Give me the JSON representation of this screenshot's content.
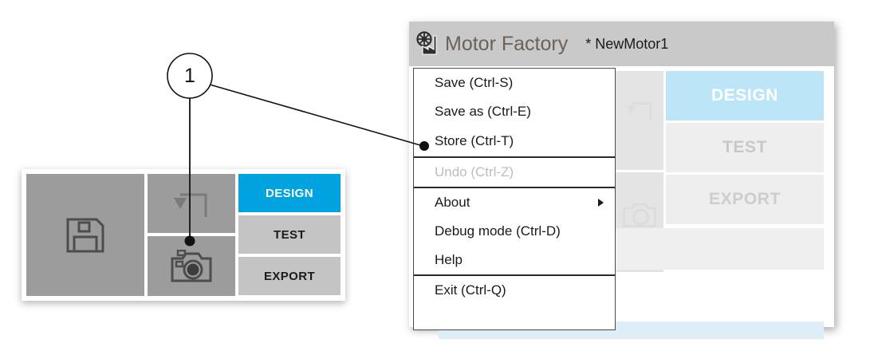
{
  "app": {
    "title": "Motor Factory",
    "file": "* NewMotor1",
    "icon": "factory-gear-icon"
  },
  "menu": {
    "items": [
      {
        "label": "Save (Ctrl-S)",
        "name": "menu-item-save",
        "disabled": false,
        "submenu": false
      },
      {
        "label": "Save as (Ctrl-E)",
        "name": "menu-item-save-as",
        "disabled": false,
        "submenu": false
      },
      {
        "label": "Store (Ctrl-T)",
        "name": "menu-item-store",
        "disabled": false,
        "submenu": false
      },
      {
        "label": "Undo (Ctrl-Z)",
        "name": "menu-item-undo",
        "disabled": true,
        "submenu": false
      },
      {
        "label": "About",
        "name": "menu-item-about",
        "disabled": false,
        "submenu": true
      },
      {
        "label": "Debug mode (Ctrl-D)",
        "name": "menu-item-debug-mode",
        "disabled": false,
        "submenu": false
      },
      {
        "label": "Help",
        "name": "menu-item-help",
        "disabled": false,
        "submenu": false
      },
      {
        "label": "Exit (Ctrl-Q)",
        "name": "menu-item-exit",
        "disabled": false,
        "submenu": false
      }
    ],
    "separator_after": [
      2,
      3,
      6
    ]
  },
  "mode_buttons": [
    {
      "label": "DESIGN",
      "name": "mode-button-design",
      "active": true
    },
    {
      "label": "TEST",
      "name": "mode-button-test",
      "active": false
    },
    {
      "label": "EXPORT",
      "name": "mode-button-export",
      "active": false
    }
  ],
  "toolbar_icons": [
    {
      "name": "save-icon",
      "semantic": "floppy-disk"
    },
    {
      "name": "undo-icon",
      "semantic": "curved-arrow-down-left"
    },
    {
      "name": "camera-icon",
      "semantic": "photo-camera"
    }
  ],
  "callout": {
    "number": "1"
  },
  "colors": {
    "accent_blue": "#00a3e0",
    "accent_blue_faded": "#bce6f7",
    "titlebar_gray": "#c9c9c9",
    "button_gray": "#c4c4c4",
    "panel_gray": "#9c9c9c",
    "menu_border": "#4a4a4a",
    "title_text": "#6b6259",
    "disabled_text": "#bdbdbd",
    "status_strip": "#ddeef6"
  }
}
